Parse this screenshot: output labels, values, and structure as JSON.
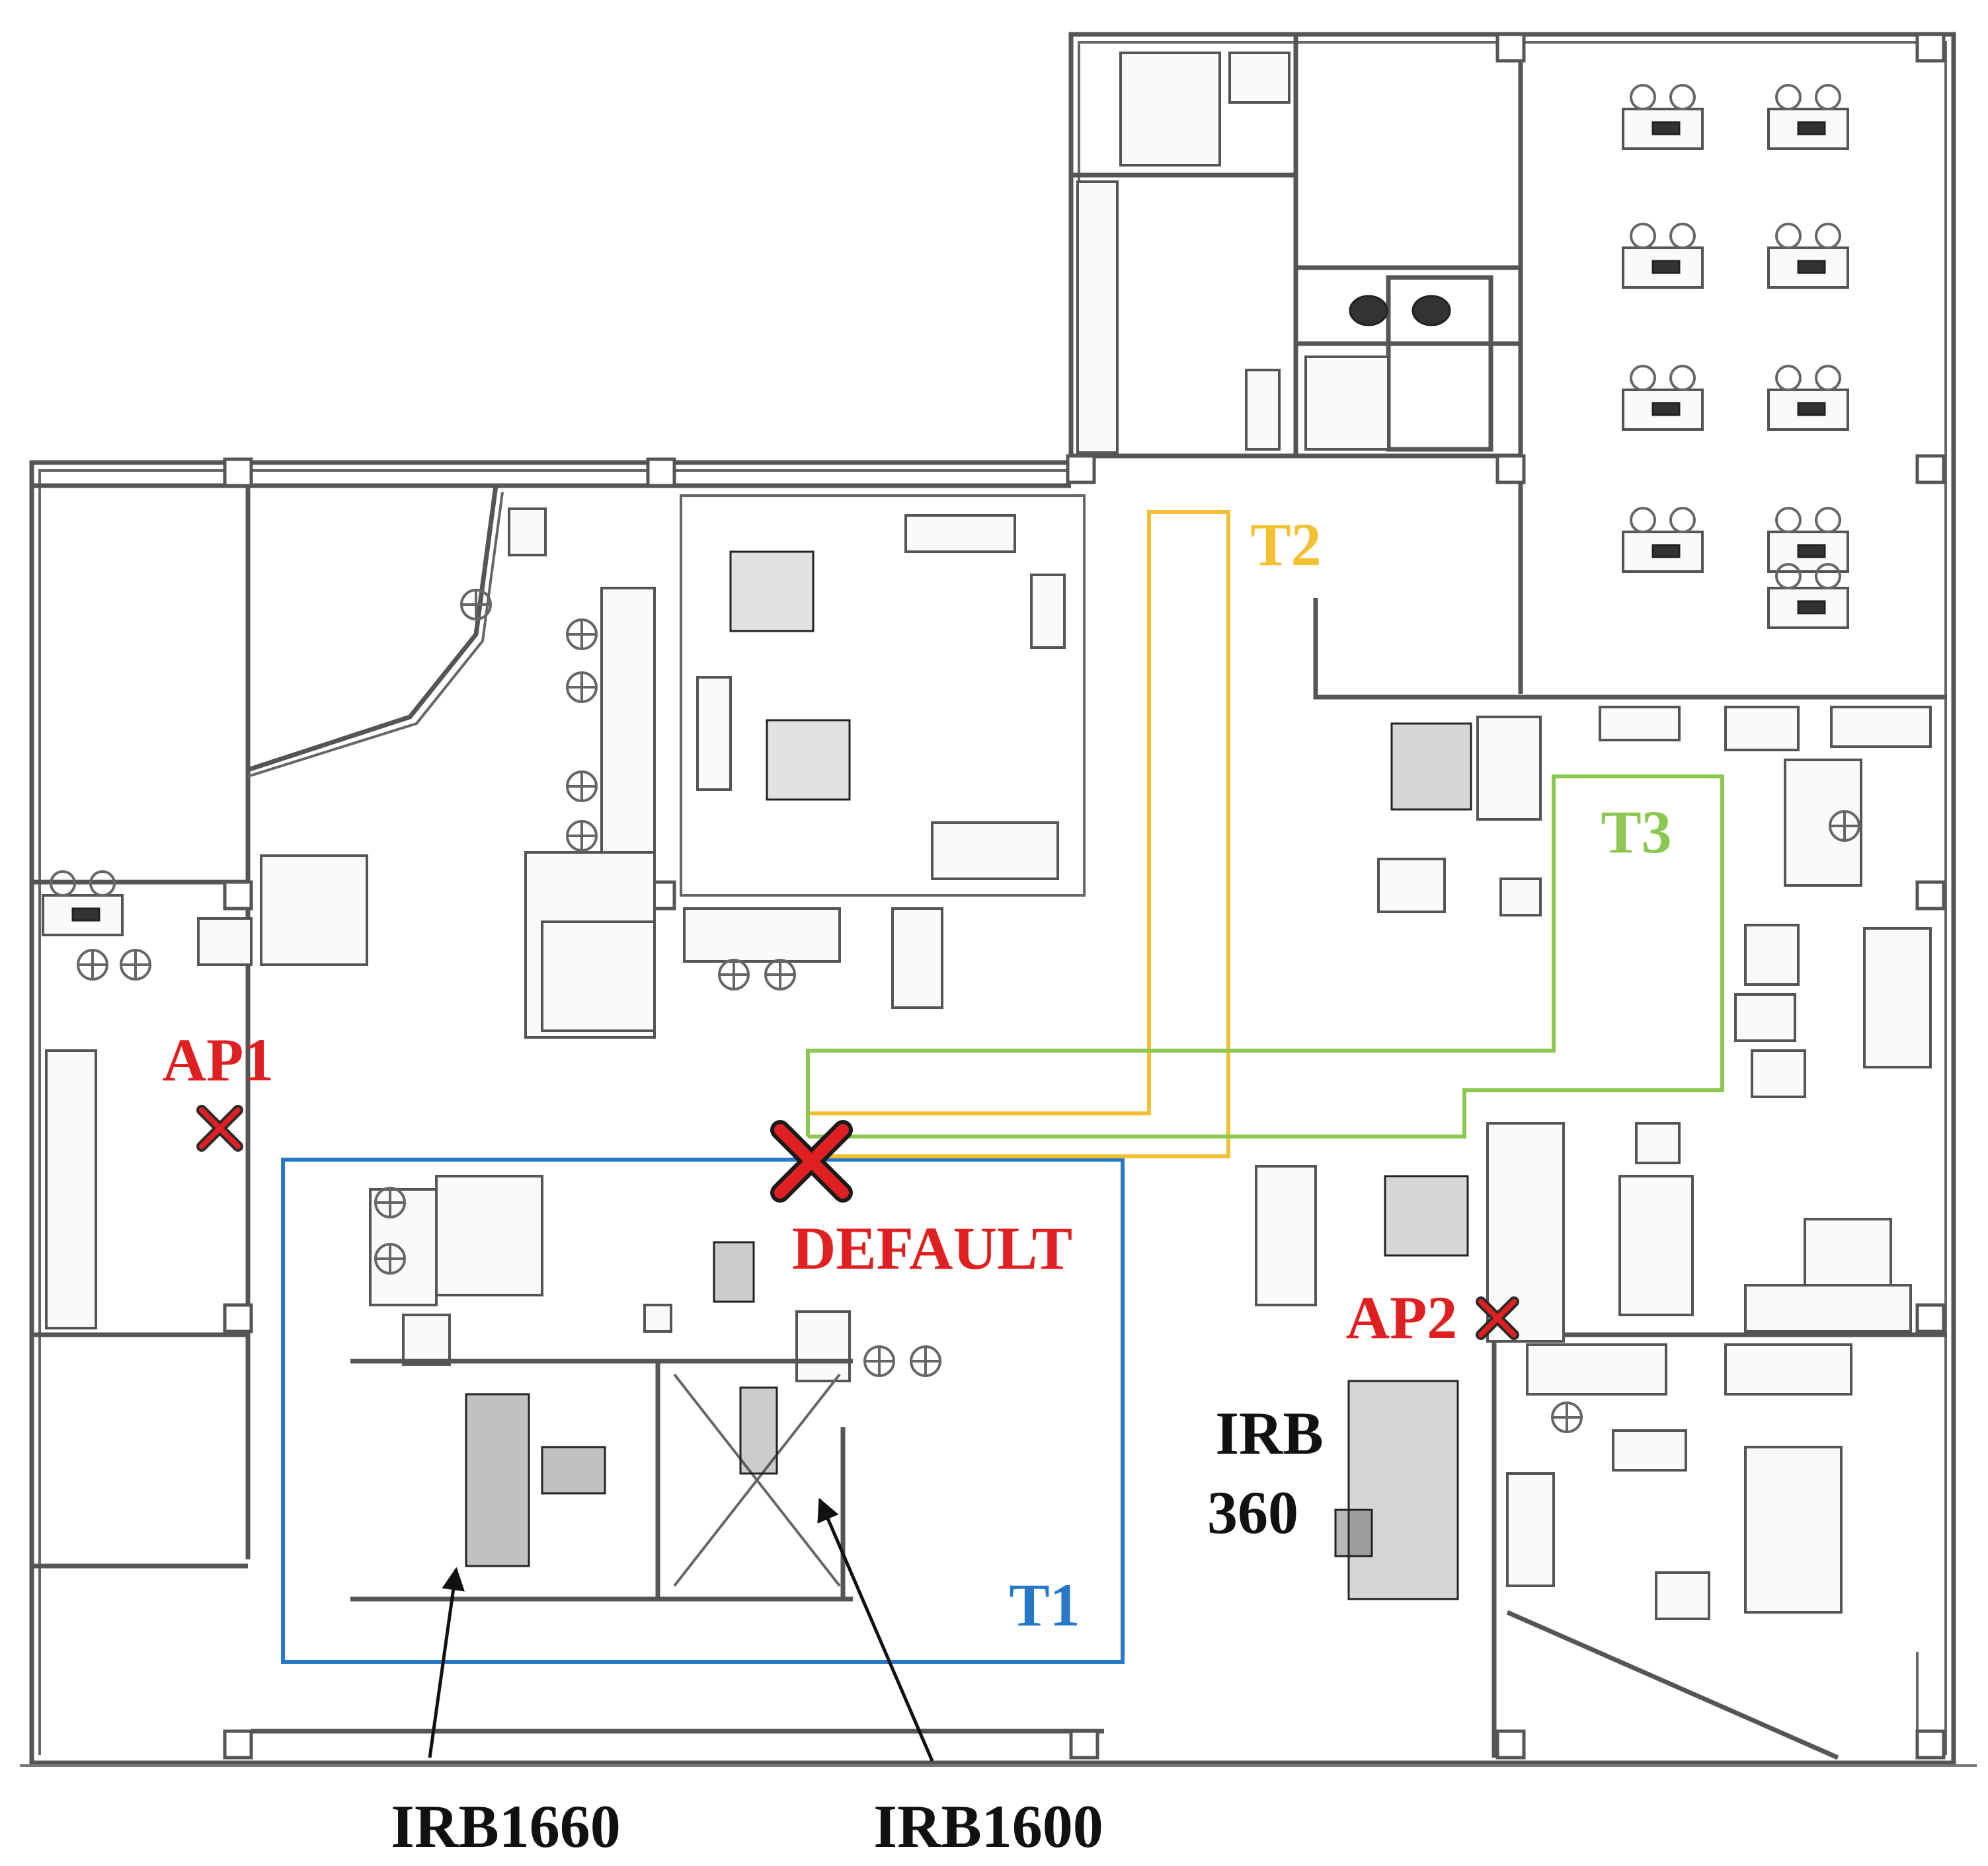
{
  "colors": {
    "ap_marker": "#e02020",
    "t1": "#2878c8",
    "t2": "#f2c030",
    "t3": "#8cc850",
    "label_black": "#111111",
    "plan_lines": "#555555"
  },
  "access_points": [
    {
      "label": "AP1"
    },
    {
      "label": "AP2"
    }
  ],
  "default_point": {
    "label": "DEFAULT"
  },
  "trajectories": [
    {
      "label": "T1"
    },
    {
      "label": "T2"
    },
    {
      "label": "T3"
    }
  ],
  "robots": [
    {
      "label": "IRB1660"
    },
    {
      "label": "IRB1600"
    },
    {
      "label_line1": "IRB",
      "label_line2": "360"
    }
  ],
  "icons": [
    "x-marker-icon",
    "arrow-icon",
    "workstation-icon",
    "robot-cell-icon"
  ]
}
